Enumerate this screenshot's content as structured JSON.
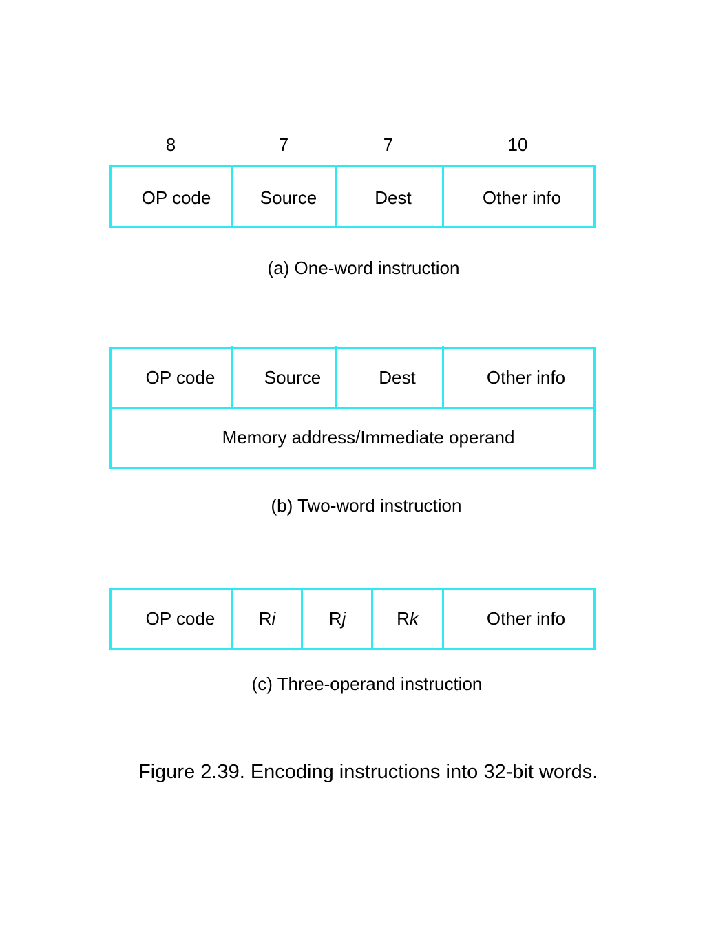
{
  "bit_widths": [
    "8",
    "7",
    "7",
    "10"
  ],
  "diagram_a": {
    "fields": [
      "OP code",
      "Source",
      "Dest",
      "Other info"
    ],
    "caption": "(a) One-word instruction"
  },
  "diagram_b": {
    "fields": [
      "OP code",
      "Source",
      "Dest",
      "Other info"
    ],
    "second_word": "Memory address/Immediate operand",
    "caption": "(b) Two-word instruction"
  },
  "diagram_c": {
    "fields": [
      "OP code",
      "R",
      "R",
      "R",
      "Other info"
    ],
    "subscripts": [
      "i",
      "j",
      "k"
    ],
    "caption": "(c) Three-operand instruction"
  },
  "figure_caption": "Figure 2.39. Encoding instructions into 32-bit words.",
  "colors": {
    "border": "#2ee8f2"
  }
}
